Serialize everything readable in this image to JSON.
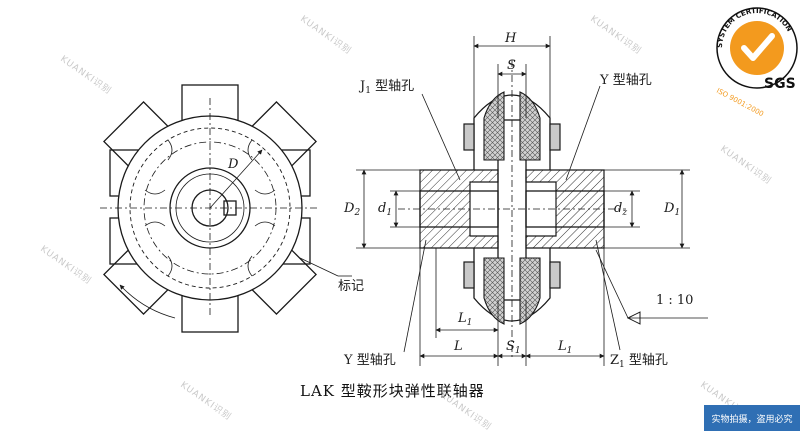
{
  "caption": "LAK 型鞍形块弹性联轴器",
  "labels": {
    "d_dim": "D",
    "h_dim": "H",
    "s_dim": "S",
    "s1_dim": "S",
    "s1_sub": "1",
    "d2_left": "D",
    "d2_sub": "2",
    "d1_left": "d",
    "d1_sub": "1",
    "dz_right": "d",
    "dz_sub": "z",
    "d1_right": "D",
    "d1r_sub": "1",
    "l1_top": "L",
    "l1_top_sub": "1",
    "l_bottom": "L",
    "l1_bottom": "L",
    "l1_bottom_sub": "1",
    "j1_hole": "J",
    "j1_sub": "1",
    "j1_text": " 型轴孔",
    "y_hole_top": "Y 型轴孔",
    "y_hole_bottom": "Y 型轴孔",
    "z1_hole": "Z",
    "z1_sub": "1",
    "z1_text": " 型轴孔",
    "mark": "标记",
    "taper": "1 : 10"
  },
  "watermark": "KUANKI识别",
  "certification": {
    "ring_text": "SYSTEM CERTIFICATION",
    "iso_text": "ISO 9001:2000",
    "brand": "SGS",
    "brand_color": "#f39a1e"
  },
  "notice": "实物拍摄，盗用必究",
  "notice_bg": "#2f6fb4"
}
